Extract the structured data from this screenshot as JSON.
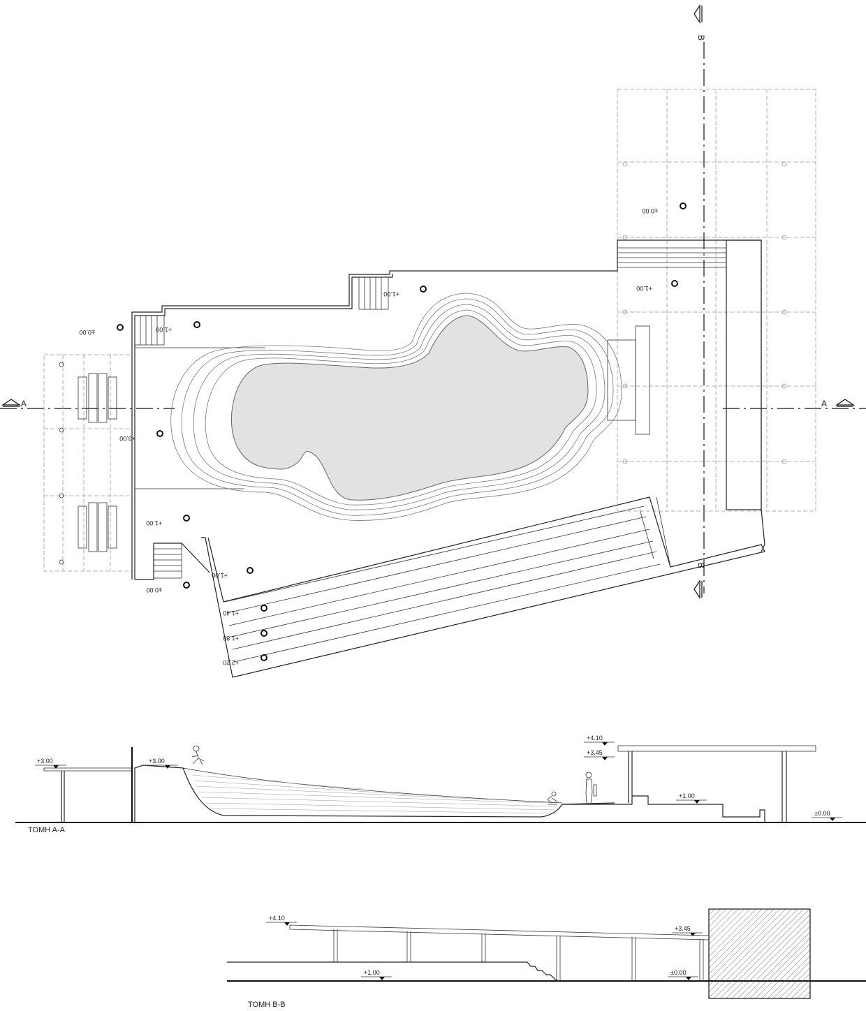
{
  "section_marks": {
    "a_left": "A",
    "a_right": "A",
    "b_top": "B",
    "b_bottom": "B"
  },
  "plan_levels": [
    {
      "id": "lvl-0-left",
      "text": "±0.00"
    },
    {
      "id": "lvl-1-stairs-left",
      "text": "+1.00"
    },
    {
      "id": "lvl-1-top-stairs",
      "text": "+1.00"
    },
    {
      "id": "lvl-0-pergola",
      "text": "±0.00"
    },
    {
      "id": "lvl-1-right-stairs",
      "text": "+1.00"
    },
    {
      "id": "lvl-3-deck",
      "text": "+3.00"
    },
    {
      "id": "lvl-1-lower-left",
      "text": "+1.00"
    },
    {
      "id": "lvl-0-lower-left",
      "text": "±0.00"
    },
    {
      "id": "lvl-1-bench",
      "text": "+1.00"
    },
    {
      "id": "lvl-140",
      "text": "+1.40"
    },
    {
      "id": "lvl-180",
      "text": "+1.80"
    },
    {
      "id": "lvl-220",
      "text": "+2.20"
    }
  ],
  "section_aa": {
    "title": "ΤΟΜΗ Α-Α",
    "levels": [
      "+3.00",
      "+3.00",
      "+4.10",
      "+3.45",
      "+1.00",
      "±0.00"
    ]
  },
  "section_bb": {
    "title": "ΤΟΜΗ Β-Β",
    "levels": [
      "+4.10",
      "+3.45",
      "+1.00",
      "±0.00"
    ]
  },
  "colors": {
    "line": "#222222",
    "water": "#e2e2e2",
    "dashed": "#999999"
  }
}
